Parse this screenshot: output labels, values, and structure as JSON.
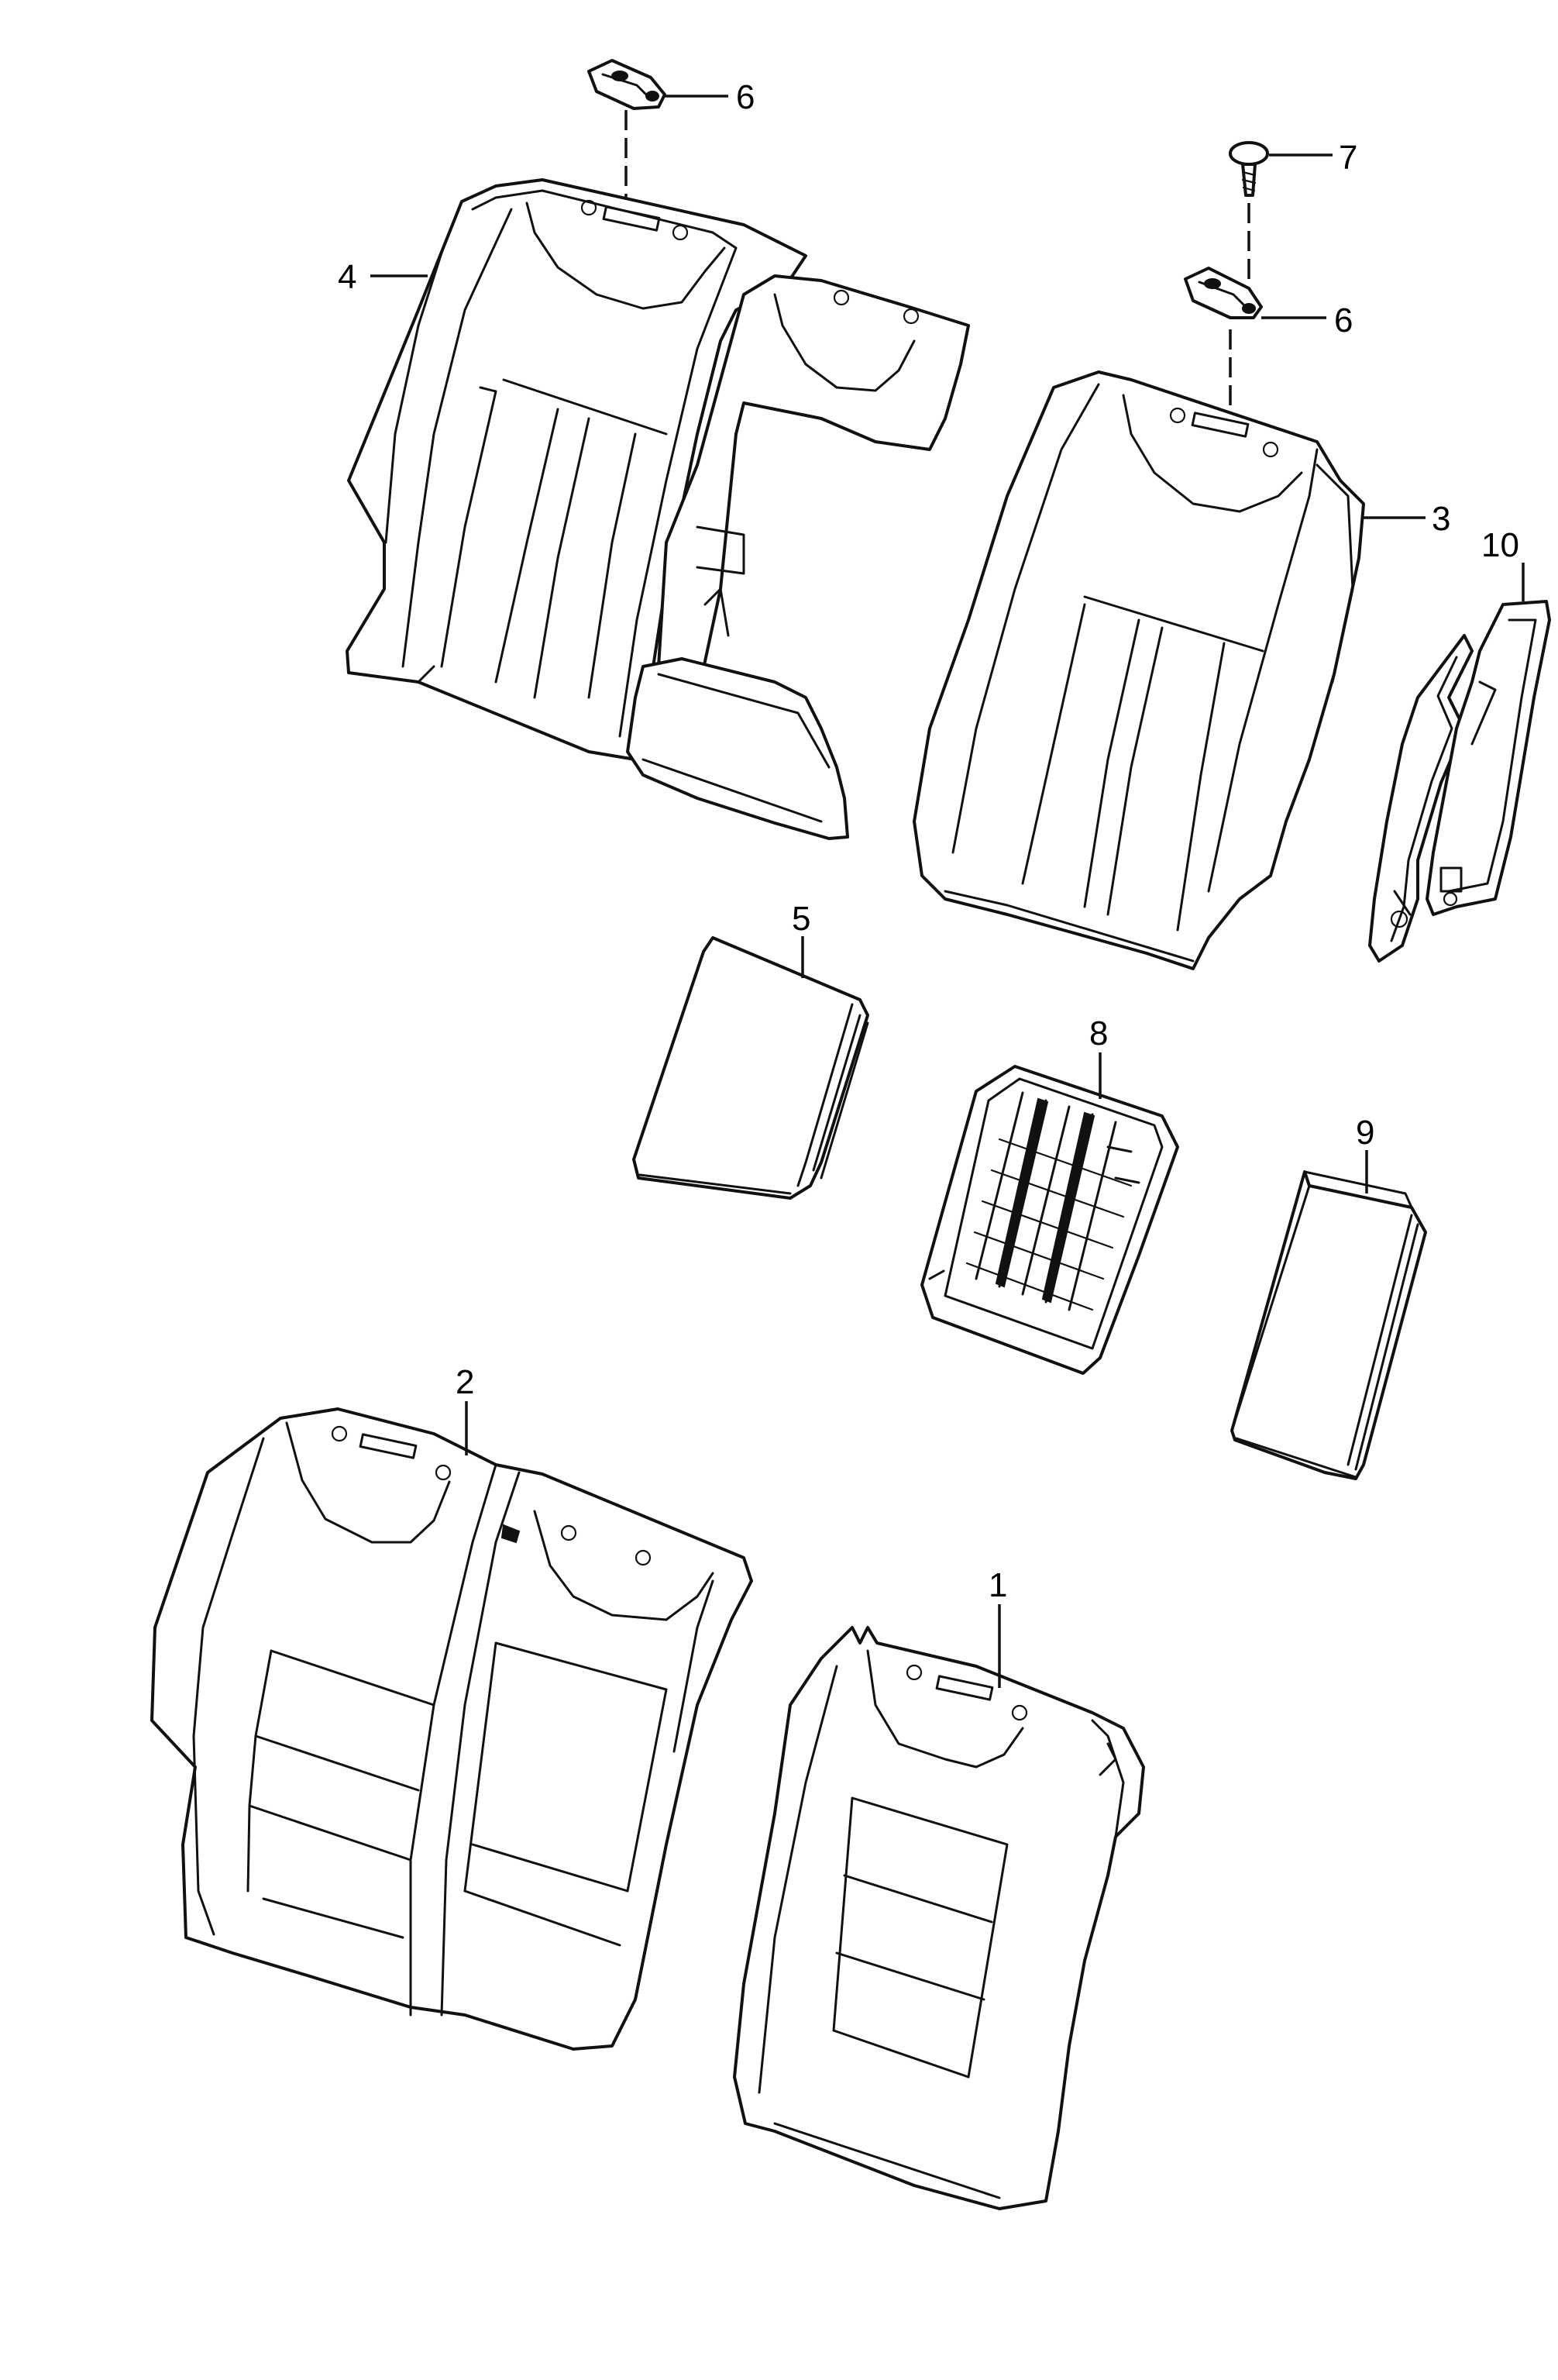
{
  "callouts": {
    "c1": "1",
    "c2": "2",
    "c3": "3",
    "c4": "4",
    "c5": "5",
    "c6a": "6",
    "c6b": "6",
    "c7": "7",
    "c8": "8",
    "c9": "9",
    "c10": "10"
  },
  "colors": {
    "line": "#111111",
    "background": "#ffffff"
  }
}
